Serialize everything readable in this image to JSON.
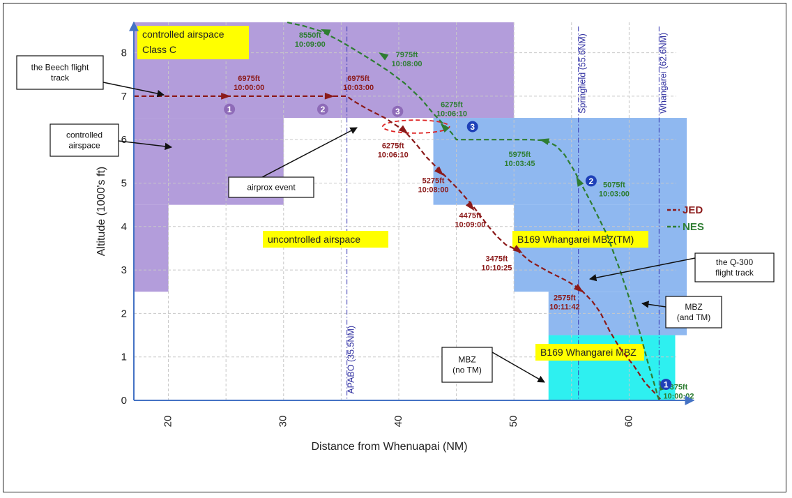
{
  "chart_data": {
    "type": "line",
    "xlabel": "Distance from Whenuapai (NM)",
    "ylabel": "Altitude (1000's ft)",
    "xlim": [
      17,
      65
    ],
    "ylim": [
      0,
      8.7
    ],
    "x_ticks": [
      "20",
      "30",
      "40",
      "50",
      "60"
    ],
    "y_ticks": [
      "0",
      "1",
      "2",
      "3",
      "4",
      "5",
      "6",
      "7",
      "8"
    ],
    "grid": true,
    "legend": {
      "placement": "right",
      "entries": [
        {
          "label": "JED",
          "color": "#8b1a1a"
        },
        {
          "label": "NES",
          "color": "#2e7d32"
        }
      ]
    },
    "airspace": [
      {
        "name": "controlled-class-c-upper",
        "color": "#b39ddb",
        "x": [
          17,
          50
        ],
        "y": [
          6.5,
          8.7
        ]
      },
      {
        "name": "controlled-class-c-left",
        "color": "#b39ddb",
        "x": [
          17,
          30
        ],
        "y": [
          4.5,
          6.5
        ]
      },
      {
        "name": "controlled-class-c-lower",
        "color": "#b39ddb",
        "x": [
          17,
          20
        ],
        "y": [
          2.5,
          4.5
        ]
      },
      {
        "name": "mbz-tm-upper",
        "color": "#8fb8f0",
        "x": [
          43,
          65
        ],
        "y": [
          4.5,
          6.5
        ]
      },
      {
        "name": "mbz-tm-mid",
        "color": "#8fb8f0",
        "x": [
          50,
          65
        ],
        "y": [
          2.5,
          4.5
        ]
      },
      {
        "name": "mbz-tm-lower",
        "color": "#8fb8f0",
        "x": [
          53,
          65
        ],
        "y": [
          1.5,
          2.5
        ]
      },
      {
        "name": "mbz-no-tm",
        "color": "#2ef0f0",
        "x": [
          53,
          64
        ],
        "y": [
          0,
          1.5
        ]
      }
    ],
    "vlines": [
      {
        "x": 35.5,
        "label": "APABO (35.5NM)"
      },
      {
        "x": 55.6,
        "label": "Springfield (55.6NM)"
      },
      {
        "x": 62.6,
        "label": "Whangarei (62.6NM)"
      }
    ],
    "series": [
      {
        "name": "JED",
        "color": "#8b1a1a",
        "x": [
          17,
          35.5,
          36,
          37.3,
          38.8,
          40.5,
          41.5,
          42.4,
          43.7,
          45.2,
          46.5,
          47.8,
          48.5,
          49.3,
          50.2,
          51.4,
          53.0,
          54.6,
          55.8,
          56.8,
          57.5,
          58.3,
          59.2,
          60.4,
          61.4,
          62.3,
          62.8
        ],
        "y": [
          7.0,
          7.0,
          6.9,
          6.7,
          6.5,
          6.2,
          5.9,
          5.6,
          5.25,
          4.85,
          4.45,
          4.0,
          3.78,
          3.58,
          3.47,
          3.2,
          2.96,
          2.75,
          2.55,
          2.28,
          2.02,
          1.6,
          1.2,
          0.8,
          0.4,
          0.15,
          0.0
        ]
      },
      {
        "name": "NES",
        "color": "#2e7d32",
        "x": [
          62.6,
          61.6,
          61.0,
          60.2,
          59.2,
          58.1,
          56.8,
          55.9,
          55.2,
          54.4,
          53.7,
          52.8,
          51.4,
          45.0,
          44.6,
          43.9,
          43.0,
          41.9,
          40.5,
          39.1,
          37.7,
          36.3,
          34.7,
          33.2,
          31.7,
          30.3
        ],
        "y": [
          0.0,
          0.9,
          1.5,
          2.2,
          3.0,
          3.8,
          4.5,
          4.95,
          5.3,
          5.65,
          5.85,
          5.98,
          6.0,
          6.0,
          6.15,
          6.35,
          6.6,
          6.95,
          7.3,
          7.58,
          7.82,
          8.05,
          8.3,
          8.5,
          8.62,
          8.7
        ]
      }
    ],
    "series_markers": [
      {
        "series": "JED",
        "points": [
          {
            "x": 25,
            "y": 7.0
          },
          {
            "x": 34,
            "y": 7.0
          },
          {
            "x": 40.5,
            "y": 6.2
          },
          {
            "x": 43.6,
            "y": 5.25
          },
          {
            "x": 46.3,
            "y": 4.45
          },
          {
            "x": 50.4,
            "y": 3.45
          },
          {
            "x": 55.7,
            "y": 2.55
          }
        ]
      },
      {
        "series": "NES",
        "points": [
          {
            "x": 62.8,
            "y": 0.35
          },
          {
            "x": 55.6,
            "y": 5.05
          },
          {
            "x": 52.6,
            "y": 5.98
          },
          {
            "x": 43.9,
            "y": 6.3
          },
          {
            "x": 38.6,
            "y": 7.95
          },
          {
            "x": 33.6,
            "y": 8.5
          }
        ]
      }
    ],
    "airprox": {
      "x": 41.5,
      "y": 6.3,
      "rx": 2.9,
      "ry": 0.15
    },
    "annotations": [
      {
        "id": "jed-1",
        "text1": "6975ft",
        "text2": "10:00:00",
        "x": 27,
        "y": 7.35,
        "color": "#8b1a1a"
      },
      {
        "id": "jed-2",
        "text1": "6975ft",
        "text2": "10:03:00",
        "x": 36.5,
        "y": 7.35,
        "color": "#8b1a1a"
      },
      {
        "id": "jed-3",
        "text1": "6275ft",
        "text2": "10:06:10",
        "x": 39.5,
        "y": 5.8,
        "color": "#8b1a1a"
      },
      {
        "id": "jed-4",
        "text1": "5275ft",
        "text2": "10:08:00",
        "x": 43.0,
        "y": 5.0,
        "color": "#8b1a1a"
      },
      {
        "id": "jed-5",
        "text1": "4475ft",
        "text2": "10:09:00",
        "x": 46.2,
        "y": 4.2,
        "color": "#8b1a1a"
      },
      {
        "id": "jed-6",
        "text1": "3475ft",
        "text2": "10:10:25",
        "x": 48.5,
        "y": 3.2,
        "color": "#8b1a1a"
      },
      {
        "id": "jed-7",
        "text1": "2575ft",
        "text2": "10:11:42",
        "x": 54.4,
        "y": 2.3,
        "color": "#8b1a1a"
      },
      {
        "id": "nes-1",
        "text1": "375ft",
        "text2": "10:00:02",
        "x": 64.3,
        "y": 0.25,
        "color": "#2e7d32"
      },
      {
        "id": "nes-2",
        "text1": "5075ft",
        "text2": "10:03:00",
        "x": 58.7,
        "y": 4.9,
        "color": "#2e7d32"
      },
      {
        "id": "nes-3",
        "text1": "5975ft",
        "text2": "10:03:45",
        "x": 50.5,
        "y": 5.6,
        "color": "#2e7d32"
      },
      {
        "id": "nes-4",
        "text1": "6275ft",
        "text2": "10:06:10",
        "x": 44.6,
        "y": 6.75,
        "color": "#2e7d32"
      },
      {
        "id": "nes-5",
        "text1": "7975ft",
        "text2": "10:08:00",
        "x": 40.7,
        "y": 7.9,
        "color": "#2e7d32"
      },
      {
        "id": "nes-6",
        "text1": "8550ft",
        "text2": "10:09:00",
        "x": 32.3,
        "y": 8.35,
        "color": "#2e7d32"
      }
    ],
    "numbered_markers": [
      {
        "id": "jed-m1",
        "label": "1",
        "x": 25.3,
        "y": 6.7,
        "color": "#8e6bb8"
      },
      {
        "id": "jed-m2",
        "label": "2",
        "x": 33.4,
        "y": 6.7,
        "color": "#8e6bb8"
      },
      {
        "id": "jed-m3",
        "label": "3",
        "x": 39.9,
        "y": 6.65,
        "color": "#8e6bb8"
      },
      {
        "id": "nes-m1",
        "label": "1",
        "x": 63.2,
        "y": 0.37,
        "color": "#1e40b8"
      },
      {
        "id": "nes-m2",
        "label": "2",
        "x": 56.7,
        "y": 5.05,
        "color": "#1e40b8"
      },
      {
        "id": "nes-m3",
        "label": "3",
        "x": 46.4,
        "y": 6.3,
        "color": "#1e40b8"
      }
    ],
    "zone_labels": [
      {
        "id": "class-c",
        "lines": [
          "controlled airspace",
          "Class C"
        ],
        "bg": "#ffff00"
      },
      {
        "id": "uncontrolled",
        "lines": [
          "uncontrolled airspace"
        ],
        "bg": "#ffff00"
      },
      {
        "id": "b169-tm",
        "lines": [
          "B169 Whangarei MBZ(TM)"
        ],
        "bg": "#ffff00"
      },
      {
        "id": "b169",
        "lines": [
          "B169 Whangarei MBZ"
        ],
        "bg": "#ffff00"
      }
    ],
    "callouts": [
      {
        "id": "beech",
        "lines": [
          "the Beech flight",
          "track"
        ]
      },
      {
        "id": "controlled",
        "lines": [
          "controlled",
          "airspace"
        ]
      },
      {
        "id": "airprox",
        "lines": [
          "airprox event"
        ]
      },
      {
        "id": "q300",
        "lines": [
          "the Q-300",
          "flight track"
        ]
      },
      {
        "id": "mbz-tm",
        "lines": [
          "MBZ",
          "(and TM)"
        ]
      },
      {
        "id": "mbz-no-tm",
        "lines": [
          "MBZ",
          "(no TM)"
        ]
      }
    ]
  }
}
